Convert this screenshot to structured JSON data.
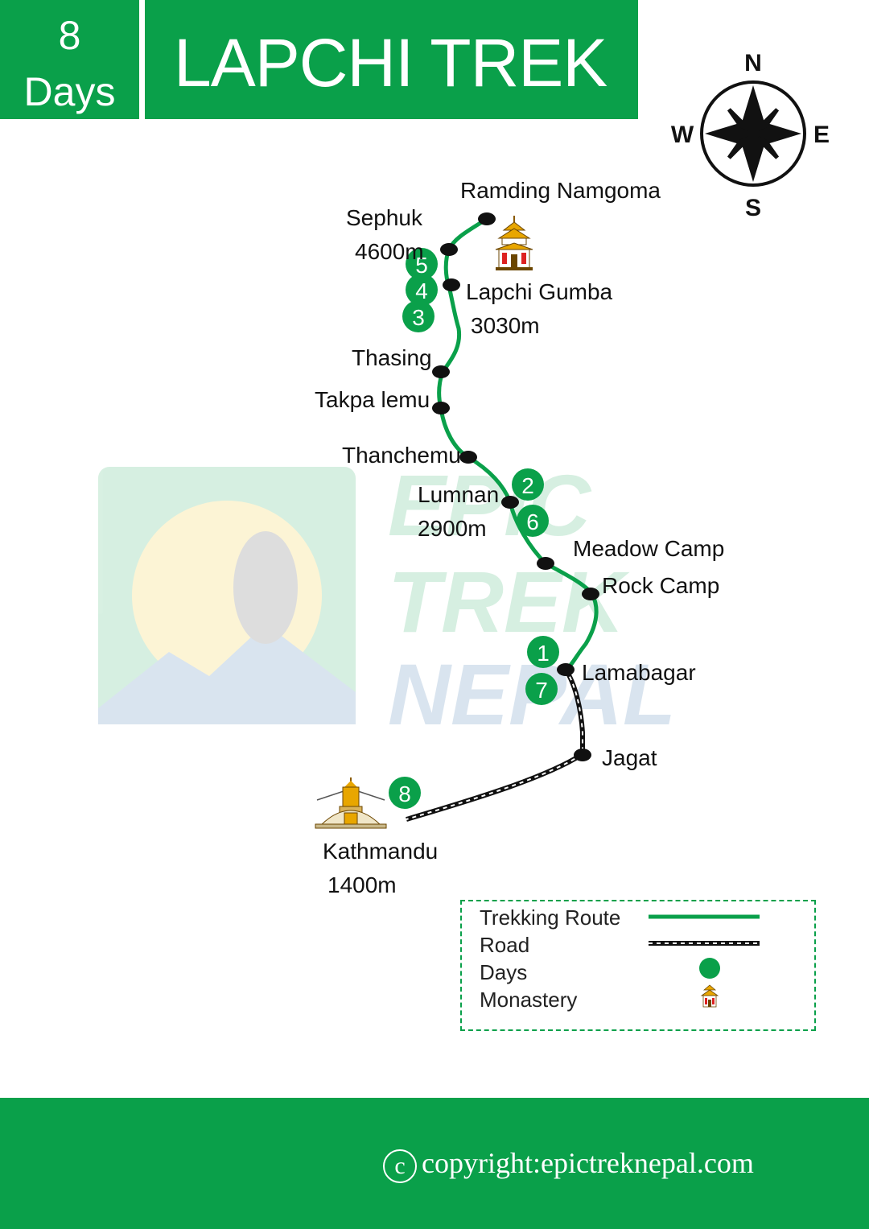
{
  "header": {
    "days_number": "8",
    "days_word": "Days",
    "title": "LAPCHI TREK"
  },
  "compass": {
    "north": "N",
    "south": "S",
    "east": "E",
    "west": "W"
  },
  "places": {
    "ramding": "Ramding Namgoma",
    "sephuk": "Sephuk",
    "sephuk_alt": "4600m",
    "lapchi": "Lapchi Gumba",
    "lapchi_alt": "3030m",
    "thasing": "Thasing",
    "takpa": "Takpa lemu",
    "thanchemu": "Thanchemu",
    "lumnan": "Lumnan",
    "lumnan_alt": "2900m",
    "meadow": "Meadow Camp",
    "rock": "Rock Camp",
    "lamabagar": "Lamabagar",
    "jagat": "Jagat",
    "kathmandu": "Kathmandu",
    "kathmandu_alt": "1400m"
  },
  "days": {
    "d1": "1",
    "d2": "2",
    "d3": "3",
    "d4": "4",
    "d5": "5",
    "d6": "6",
    "d7": "7",
    "d8": "8"
  },
  "watermark": {
    "line1": "EPIC",
    "line2": "TREK",
    "line3": "NEPAL"
  },
  "legend": {
    "trekking_route": "Trekking Route",
    "road": "Road",
    "days": "Days",
    "monastery": "Monastery"
  },
  "footer": {
    "copyright_symbol": "c",
    "copyright_text": "copyright:epictreknepal.com"
  },
  "colors": {
    "brand_green": "#0aa04a",
    "road": "#111111",
    "stop": "#111111"
  }
}
